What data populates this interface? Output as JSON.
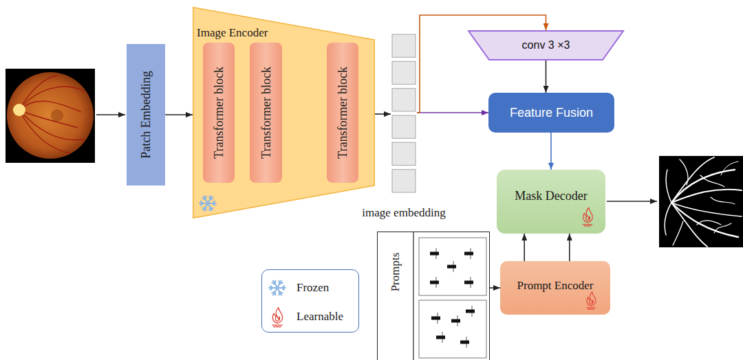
{
  "diagram": {
    "nodes": [
      {
        "text": [
          "Patch Embedding"
        ]
      },
      {
        "text": [
          "Image Encoder"
        ]
      },
      {
        "text": [
          "Transformer block"
        ],
        "in": 1
      },
      {
        "text": [
          "Transformer block"
        ],
        "in": 1
      },
      {
        "text": [
          "Transformer block"
        ],
        "in": 1
      },
      {
        "text": [
          "image embedding"
        ]
      },
      {
        "text": [
          "conv 3 ×3"
        ]
      },
      {
        "text": [
          "Feature Fusion"
        ]
      },
      {
        "text": [
          "Mask Decoder"
        ]
      },
      {
        "text": [
          "Prompts"
        ]
      },
      {
        "text": [
          "Prompt Encoder"
        ]
      }
    ],
    "edges": [
      {
        "from": 0,
        "to": 1,
        "arrow": "to"
      },
      {
        "from": 2,
        "to": 3,
        "arrow": "to"
      },
      {
        "from": 3,
        "to": 4,
        "arrow": "to"
      },
      {
        "from": 1,
        "to": 5,
        "arrow": "to"
      },
      {
        "from": 5,
        "to": 7,
        "arrow": "to"
      },
      {
        "from": 5,
        "to": 6,
        "arrow": "to"
      },
      {
        "from": 6,
        "to": 7,
        "arrow": "to"
      },
      {
        "from": 7,
        "to": 8,
        "arrow": "to"
      },
      {
        "from": 9,
        "to": 10,
        "arrow": "to"
      },
      {
        "from": 10,
        "to": 8,
        "arrow": "to"
      },
      {
        "from": 10,
        "to": 8,
        "arrow": "to"
      }
    ],
    "legend": [
      {
        "text": "Frozen"
      },
      {
        "text": "Learnable"
      }
    ]
  }
}
